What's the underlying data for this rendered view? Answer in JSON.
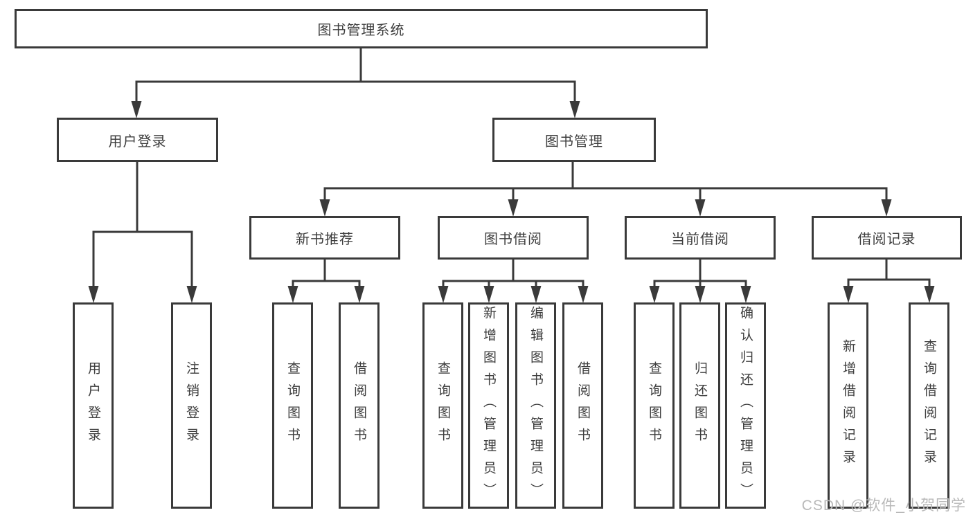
{
  "tree": {
    "root": "图书管理系统",
    "user_login": {
      "label": "用户登录",
      "children": [
        "用户登录",
        "注销登录"
      ]
    },
    "book_mgmt": {
      "label": "图书管理",
      "sections": [
        {
          "label": "新书推荐",
          "children": [
            "查询图书",
            "借阅图书"
          ]
        },
        {
          "label": "图书借阅",
          "children": [
            "查询图书",
            "新增图书（管理员）",
            "编辑图书（管理员）",
            "借阅图书"
          ]
        },
        {
          "label": "当前借阅",
          "children": [
            "查询图书",
            "归还图书",
            "确认归还（管理员）"
          ]
        },
        {
          "label": "借阅记录",
          "children": [
            "新增借阅记录",
            "查询借阅记录"
          ]
        }
      ]
    }
  },
  "watermark": "CSDN @软件_小贺同学",
  "colors": {
    "line": "#3a3a3a",
    "border": "#3a3a3a",
    "text": "#3d3d3d",
    "watermark": "#b9b9b9",
    "background": "#ffffff"
  }
}
